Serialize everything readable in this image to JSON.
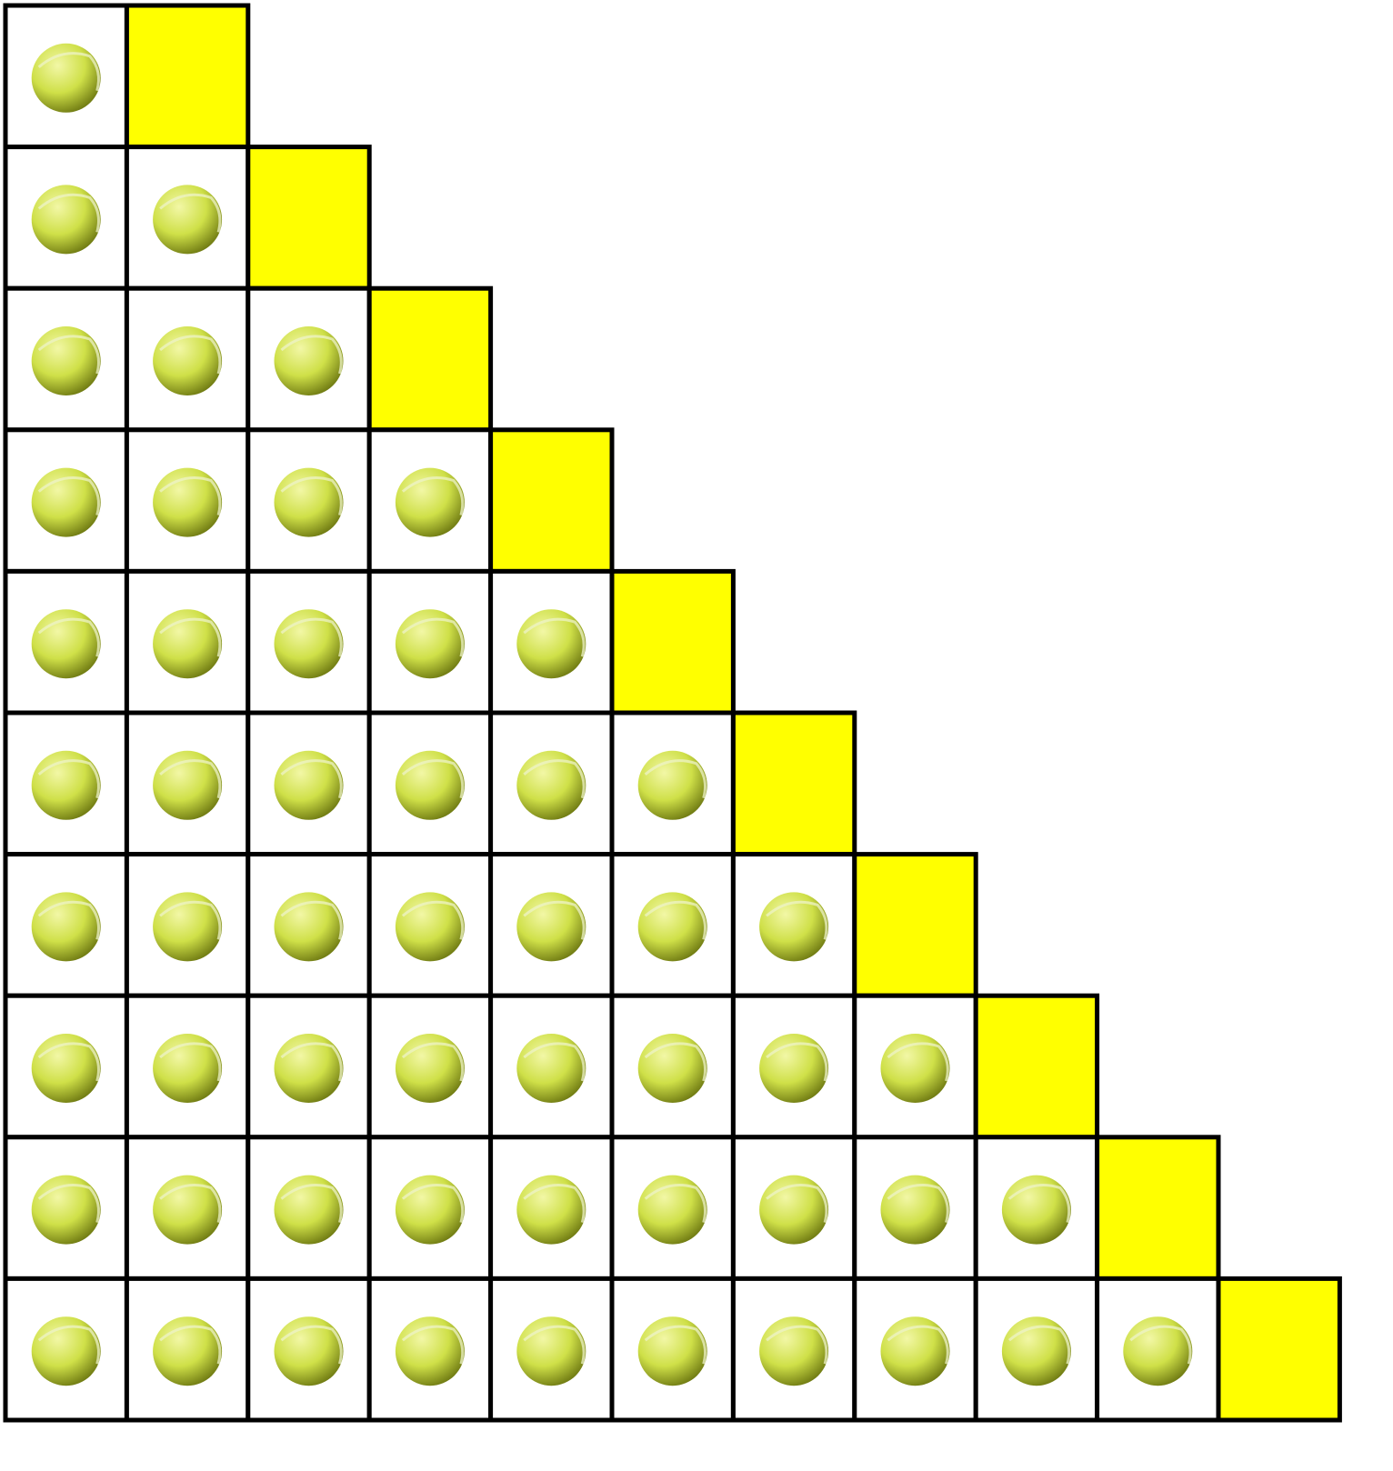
{
  "colors": {
    "empty_cell": "#ffffff",
    "highlight_cell": "#ffff00",
    "grid_line": "#000000",
    "ball_light": "#f2f7a6",
    "ball_mid": "#cfe048",
    "ball_dark": "#6f7a12",
    "ball_seam": "#eef3c8"
  },
  "icons": {
    "ball": "tennis-ball-icon"
  },
  "rows": [
    {
      "balls": 1,
      "highlight": 1
    },
    {
      "balls": 2,
      "highlight": 1
    },
    {
      "balls": 3,
      "highlight": 1
    },
    {
      "balls": 4,
      "highlight": 1
    },
    {
      "balls": 5,
      "highlight": 1
    },
    {
      "balls": 6,
      "highlight": 1
    },
    {
      "balls": 7,
      "highlight": 1
    },
    {
      "balls": 8,
      "highlight": 1
    },
    {
      "balls": 9,
      "highlight": 1
    },
    {
      "balls": 10,
      "highlight": 1
    }
  ]
}
